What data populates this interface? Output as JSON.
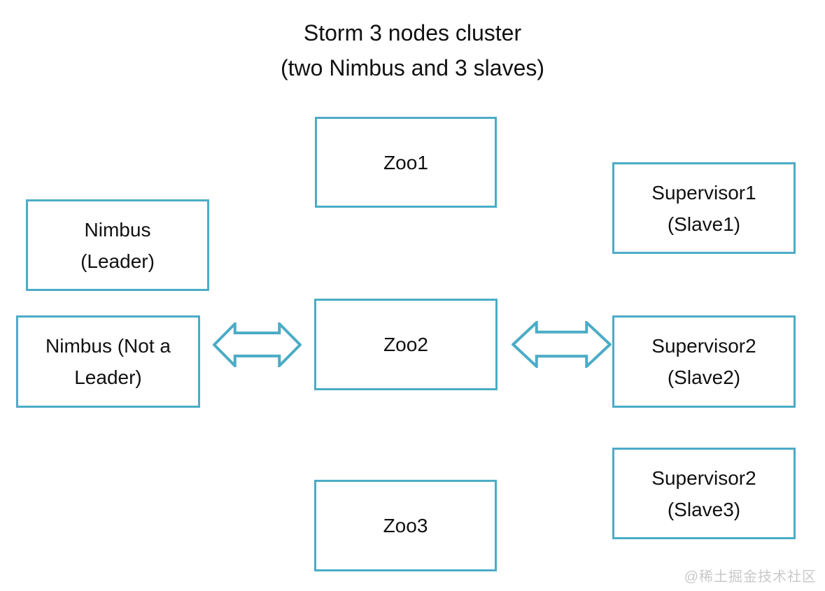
{
  "title": "Storm 3 nodes cluster\n(two Nimbus and 3 slaves)",
  "colors": {
    "shape_stroke": "#4BACC6",
    "text": "#111111",
    "background": "#ffffff",
    "watermark": "#c9c9c9"
  },
  "nodes": {
    "zoo1": {
      "label": "Zoo1"
    },
    "zoo2": {
      "label": "Zoo2"
    },
    "zoo3": {
      "label": "Zoo3"
    },
    "nimbus_leader": {
      "label": "Nimbus\n(Leader)"
    },
    "nimbus_not_leader": {
      "label": "Nimbus (Not a\nLeader)"
    },
    "supervisor1": {
      "label": "Supervisor1\n(Slave1)"
    },
    "supervisor2": {
      "label": "Supervisor2\n(Slave2)"
    },
    "supervisor3": {
      "label": "Supervisor2\n(Slave3)"
    }
  },
  "connections": [
    {
      "from": "Nimbus (Not a Leader)",
      "to": "Zoo2",
      "type": "double-headed-arrow"
    },
    {
      "from": "Zoo2",
      "to": "Supervisor2 (Slave2)",
      "type": "double-headed-arrow"
    }
  ],
  "watermark": "@稀土掘金技术社区"
}
